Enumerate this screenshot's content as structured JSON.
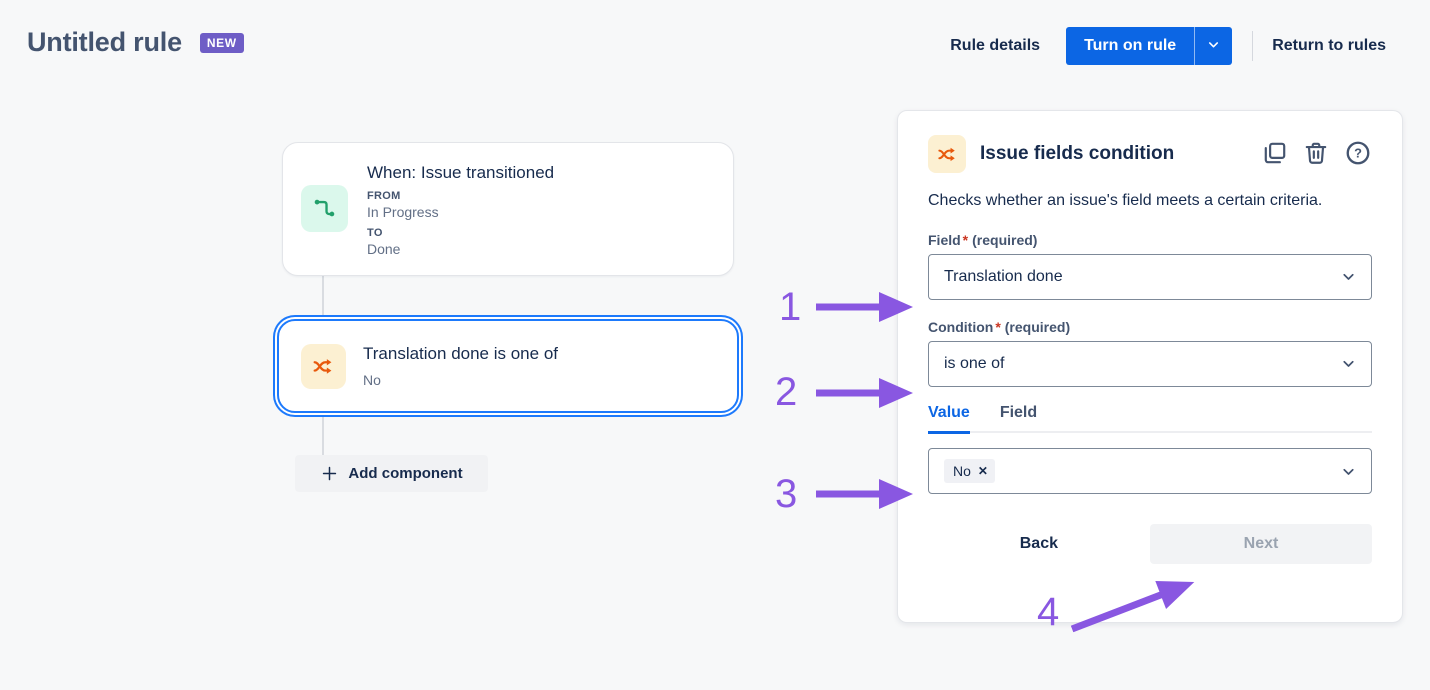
{
  "header": {
    "title": "Untitled rule",
    "badge": "NEW",
    "rule_details": "Rule details",
    "turn_on_rule": "Turn on rule",
    "return_to_rules": "Return to rules"
  },
  "canvas": {
    "trigger": {
      "title": "When: Issue transitioned",
      "from_label": "FROM",
      "from_value": "In Progress",
      "to_label": "TO",
      "to_value": "Done"
    },
    "condition": {
      "title": "Translation done is one of",
      "subtitle": "No"
    },
    "add_component": "Add component"
  },
  "panel": {
    "title": "Issue fields condition",
    "description": "Checks whether an issue's field meets a certain criteria.",
    "field": {
      "label": "Field",
      "required_marker": "*",
      "required_text": "(required)",
      "value": "Translation done"
    },
    "condition": {
      "label": "Condition",
      "required_marker": "*",
      "required_text": "(required)",
      "value": "is one of"
    },
    "tabs": [
      {
        "label": "Value",
        "active": true
      },
      {
        "label": "Field",
        "active": false
      }
    ],
    "value_input": {
      "chip": "No",
      "remove_glyph": "✕"
    },
    "back": "Back",
    "next": "Next"
  },
  "annotations": {
    "step1": "1",
    "step2": "2",
    "step3": "3",
    "step4": "4"
  },
  "icons": {
    "trigger": "transition-icon",
    "condition": "shuffle-icon",
    "panel_actions": [
      "copy-icon",
      "trash-icon",
      "help-icon"
    ]
  },
  "colors": {
    "primary_blue": "#0C66E4",
    "selection_blue": "#1D7AFC",
    "annotation_purple": "#8957E1",
    "badge_purple": "#6E5DC6",
    "trigger_icon_green": "#22A06B",
    "condition_icon_orange": "#E8590C",
    "required_red": "#CA3521",
    "page_background": "#F7F8F9"
  }
}
